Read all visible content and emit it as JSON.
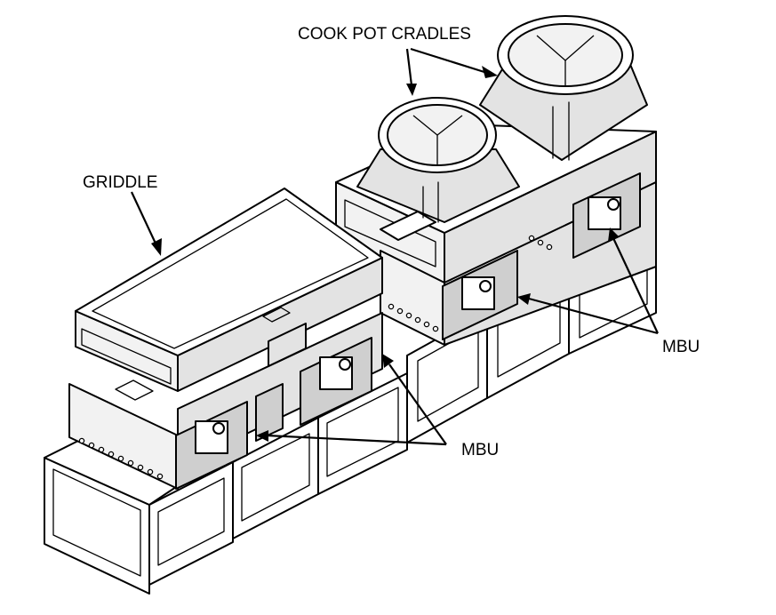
{
  "labels": {
    "cook_pot_cradles": "COOK POT CRADLES",
    "griddle": "GRIDDLE",
    "mbu_right": "MBU",
    "mbu_bottom": "MBU"
  }
}
